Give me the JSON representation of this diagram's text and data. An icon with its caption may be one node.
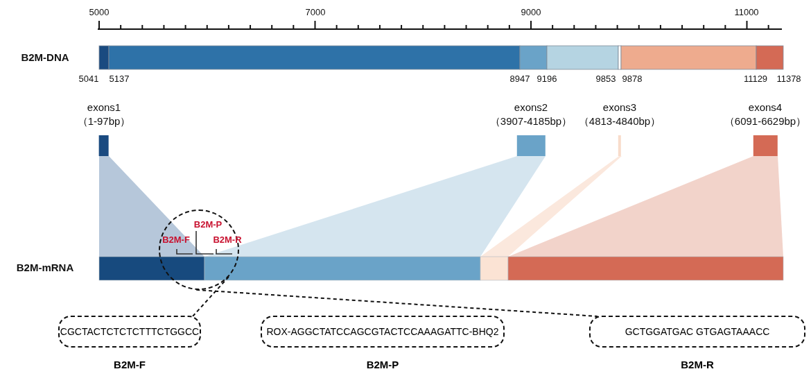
{
  "diagram": {
    "nodes": [
      {
        "text": [
          "exons1",
          "（1-97bp）"
        ]
      },
      {
        "text": [
          "exons2",
          "（3907-4185bp）"
        ]
      },
      {
        "text": [
          "exons3",
          "（4813-4840bp）"
        ]
      },
      {
        "text": [
          "exons4",
          "（6091-6629bp）"
        ]
      },
      {
        "text": [],
        "shape": "circle"
      },
      {
        "text": [
          "CGCTACTCTCTCTTTCTGGCC"
        ],
        "beside": [
          "B2M-F"
        ]
      },
      {
        "text": [
          "ROX-AGGCTATCCAGCGTACTCCAAAGATTC-BHQ2"
        ],
        "beside": [
          "B2M-P"
        ]
      },
      {
        "text": [
          "GCTGGATGAC GTGAGTAAACC"
        ],
        "beside": [
          "B2M-R"
        ]
      }
    ],
    "edges": [
      {
        "from": 4,
        "to": 5,
        "arrow": "none",
        "style": "dashed"
      },
      {
        "from": 4,
        "to": 7,
        "arrow": "none",
        "style": "dashed"
      }
    ],
    "labels": [
      "5000",
      "7000",
      "9000",
      "11000",
      "B2M-DNA",
      "5041",
      "5137",
      "8947",
      "9196",
      "9853",
      "9878",
      "11129",
      "11378",
      "B2M-P",
      "B2M-F",
      "B2M-R",
      "B2M-mRNA"
    ]
  }
}
